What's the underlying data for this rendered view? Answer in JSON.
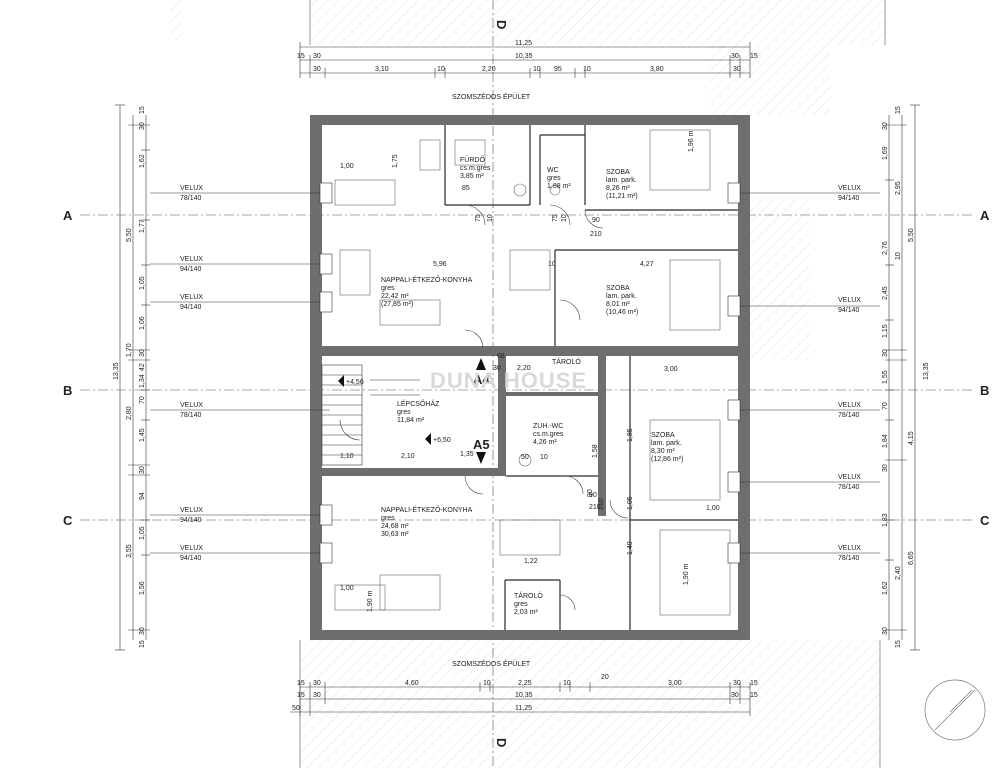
{
  "axes": {
    "left": [
      "A",
      "B",
      "C"
    ],
    "right": [
      "A",
      "B",
      "C"
    ],
    "top": "D",
    "bottom": "D"
  },
  "neighbor_building": {
    "top": "SZOMSZÉDOS ÉPÜLET",
    "bottom": "SZOMSZÉDOS ÉPÜLET"
  },
  "top_dims": {
    "row1": [
      "11,25"
    ],
    "row2": [
      "15",
      "30",
      "10,35",
      "30",
      "15"
    ],
    "row3": [
      "30",
      "3,10",
      "10",
      "2,20",
      "10",
      "95",
      "10",
      "3,80",
      "30"
    ]
  },
  "bottom_dims": {
    "row1": [
      "15",
      "30",
      "4,60",
      "10",
      "2,25",
      "10",
      "20",
      "3,00",
      "30",
      "15"
    ],
    "row2": [
      "15",
      "30",
      "10,35",
      "30",
      "15"
    ],
    "row3": [
      "50",
      "11,25"
    ]
  },
  "left_dims": {
    "outer": [
      "13,35"
    ],
    "middle": [
      "5,50",
      "1,70",
      "2,80",
      "3,55"
    ],
    "inner": [
      "15",
      "30",
      "1,62",
      "1,77",
      "1,05",
      "1,06",
      "30",
      "42",
      "1,34",
      "70",
      "1,45",
      "30",
      "94",
      "1,05",
      "1,56",
      "30",
      "15"
    ]
  },
  "right_dims": {
    "outer": [
      "13,35"
    ],
    "middle": [
      "5,50",
      "4,15",
      "6,65"
    ],
    "inner": [
      "15",
      "30",
      "1,69",
      "2,95",
      "2,76",
      "10",
      "2,45",
      "1,15",
      "30",
      "1,55",
      "70",
      "1,84",
      "30",
      "1,83",
      "2,40",
      "1,62",
      "30",
      "15"
    ]
  },
  "velux_left": [
    {
      "name": "VELUX",
      "size": "78/140"
    },
    {
      "name": "VELUX",
      "size": "94/140"
    },
    {
      "name": "VELUX",
      "size": "94/140"
    },
    {
      "name": "VELUX",
      "size": "78/140"
    },
    {
      "name": "VELUX",
      "size": "94/140"
    },
    {
      "name": "VELUX",
      "size": "94/140"
    }
  ],
  "velux_right": [
    {
      "name": "VELUX",
      "size": "94/140"
    },
    {
      "name": "VELUX",
      "size": "94/140"
    },
    {
      "name": "VELUX",
      "size": "78/140"
    },
    {
      "name": "VELUX",
      "size": "78/140"
    },
    {
      "name": "VELUX",
      "size": "78/140"
    }
  ],
  "rooms": {
    "furdo": {
      "name": "FÜRDŐ",
      "floor": "cs.m.gres",
      "area": "3,85 m²"
    },
    "wc": {
      "name": "WC",
      "floor": "gres",
      "area": "1,88 m²"
    },
    "szoba1": {
      "name": "SZOBA",
      "floor": "lam. park.",
      "area": "8,26 m²",
      "area2": "(11,21 m²)"
    },
    "nappali1": {
      "name": "NAPPALI-ÉTKEZŐ-KONYHA",
      "floor": "gres",
      "area": "22,42 m²",
      "area2": "(27,85 m²)"
    },
    "szoba2": {
      "name": "SZOBA",
      "floor": "lam. park.",
      "area": "8,01 m²",
      "area2": "(10,46 m²)"
    },
    "tarolo1": {
      "name": "TÁROLÓ"
    },
    "lepcsohaz": {
      "name": "LÉPCSŐHÁZ",
      "floor": "gres",
      "area": "11,84 m²"
    },
    "zuh": {
      "name": "ZUH.-WC",
      "floor": "cs.m.gres",
      "area": "4,26 m²"
    },
    "szoba3": {
      "name": "SZOBA",
      "floor": "lam. park.",
      "area": "8,30 m²",
      "area2": "(12,86 m²)"
    },
    "nappali2": {
      "name": "NAPPALI-ÉTKEZŐ-KONYHA",
      "floor": "gres",
      "area": "24,68 m²",
      "area2": "30,63 m²"
    },
    "tarolo2": {
      "name": "TÁROLÓ",
      "floor": "gres",
      "area": "2,03 m²"
    }
  },
  "apartment_labels": {
    "a4": "A4",
    "a5": "A5"
  },
  "levels": {
    "upper": "+4,56",
    "lower": "+6,50"
  },
  "watermark": "DUNA HOUSE",
  "interior_dims": [
    "1,00",
    "1,75",
    "85",
    "75",
    "10",
    "75",
    "10",
    "90",
    "210",
    "5,96",
    "4,27",
    "10",
    "68",
    "2,20",
    "30",
    "3,00",
    "2,10",
    "1,10",
    "1,35",
    "50",
    "10",
    "90",
    "210",
    "1,22",
    "1,00",
    "1,90 m",
    "1,96 m",
    "90",
    "210",
    "1,40",
    "1,90 m",
    "1,00",
    "1,05",
    "1,85",
    "1,58"
  ],
  "colors": {
    "wall": "#6e6e6e",
    "line": "#2a2a2a",
    "light": "#bdbdbd",
    "hatch": "#e6e6e6"
  }
}
